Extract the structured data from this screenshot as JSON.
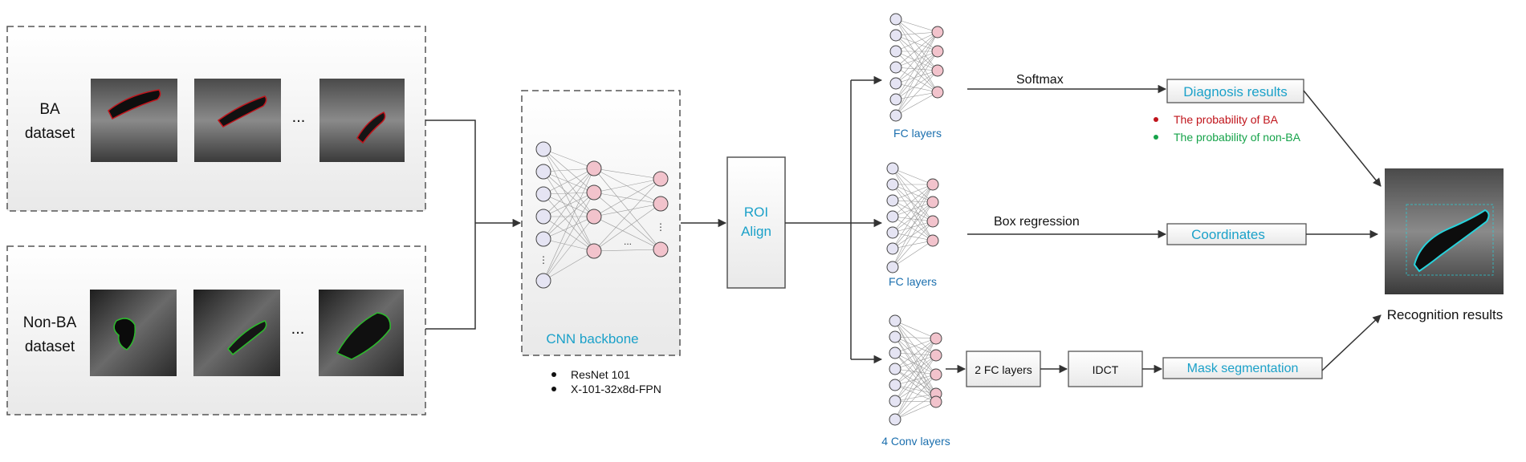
{
  "datasets": {
    "ba_label_line1": "BA",
    "ba_label_line2": "dataset",
    "nonba_label_line1": "Non-BA",
    "nonba_label_line2": "dataset",
    "ellipsis": "..."
  },
  "backbone": {
    "label": "CNN backbone",
    "options": [
      "ResNet 101",
      "X-101-32x8d-FPN"
    ]
  },
  "roi_align": {
    "line1": "ROI",
    "line2": "Align"
  },
  "heads": {
    "fc_label_1": "FC layers",
    "fc_label_2": "FC layers",
    "conv_label": "4 Conv layers"
  },
  "branches": {
    "softmax": "Softmax",
    "box_regression": "Box regression",
    "two_fc": "2 FC layers",
    "idct": "IDCT"
  },
  "outputs": {
    "diagnosis": "Diagnosis results",
    "prob_ba": "The probability of BA",
    "prob_nonba": "The probability of non-BA",
    "coordinates": "Coordinates",
    "mask": "Mask segmentation",
    "recognition": "Recognition results"
  },
  "colors": {
    "title_blue": "#1ba1c9",
    "node_pink": "#f2c3cc",
    "node_lavender": "#e5e4f3",
    "prob_ba_red": "#c0141b",
    "prob_nonba_green": "#16a34a",
    "mask_red": "#c0141b",
    "mask_green": "#2cbb2c",
    "mask_cyan": "#27d3dc"
  }
}
